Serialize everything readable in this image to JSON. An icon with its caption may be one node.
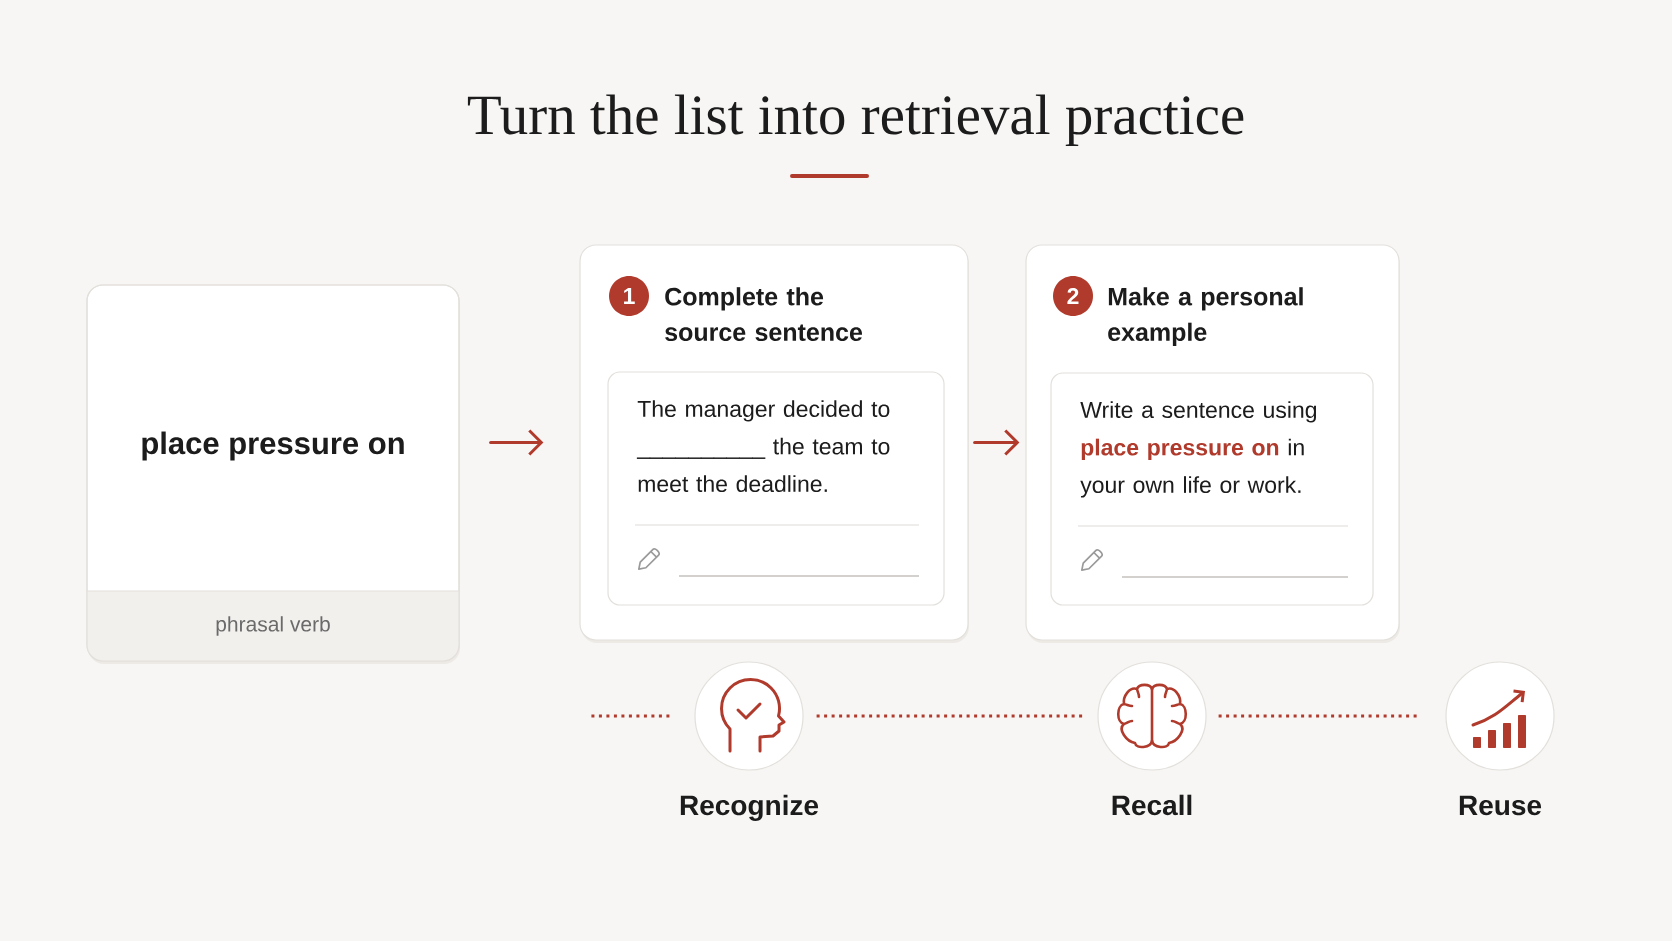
{
  "diagram": {
    "title": "Turn the list into retrieval practice",
    "nodes": [
      {
        "text": [
          "place pressure on",
          "phrasal verb"
        ]
      },
      {
        "text": [
          "Complete the source sentence"
        ]
      },
      {
        "text": [
          "1"
        ],
        "in": 1
      },
      {
        "text": [
          "The manager decided to __________ the team to meet the deadline."
        ],
        "in": 1
      },
      {
        "text": [
          "Make a personal example"
        ]
      },
      {
        "text": [
          "2"
        ],
        "in": 4
      },
      {
        "text": [
          "Write a sentence using **place pressure on** in your own life or work."
        ],
        "in": 4
      },
      {
        "text": [],
        "shape": "circle",
        "beside": [
          "Recognize"
        ]
      },
      {
        "text": [],
        "shape": "circle",
        "beside": [
          "Recall"
        ]
      },
      {
        "text": [],
        "shape": "circle",
        "beside": [
          "Reuse"
        ]
      }
    ],
    "edges": [
      {
        "from": 0,
        "to": 1,
        "arrow": "to"
      },
      {
        "from": 1,
        "to": 4,
        "arrow": "to"
      },
      {
        "from": null,
        "to": 7,
        "arrow": "none",
        "style": "dashed"
      },
      {
        "from": 7,
        "to": 8,
        "arrow": "none",
        "style": "dashed"
      },
      {
        "from": 8,
        "to": 9,
        "arrow": "none",
        "style": "dashed"
      }
    ]
  }
}
